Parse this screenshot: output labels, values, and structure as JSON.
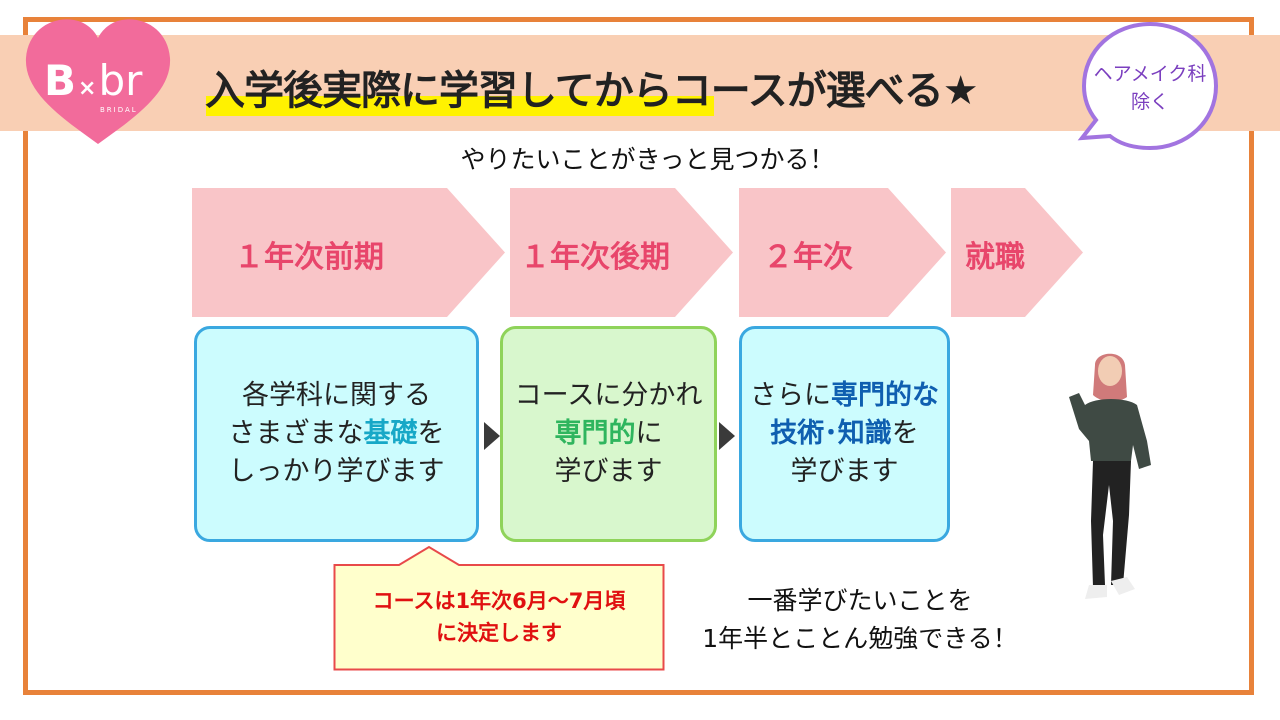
{
  "header": {
    "title": "入学後実際に学習してからコースが選べる★",
    "logo": {
      "b": "B",
      "x": "×",
      "br": "br",
      "sub": "BRIDAL"
    },
    "bubble": {
      "line1": "ヘアメイク科",
      "line2": "除く"
    }
  },
  "subtitle": "やりたいことがきっと見つかる！",
  "steps": [
    {
      "label": "１年次前期"
    },
    {
      "label": "１年次後期"
    },
    {
      "label": "２年次"
    },
    {
      "label": "就職"
    }
  ],
  "boxes": {
    "b1": {
      "l1": "各学科に関する",
      "l2a": "さまざまな",
      "l2b": "基礎",
      "l2c": "を",
      "l3": "しっかり学びます"
    },
    "b2": {
      "l1": "コースに分かれ",
      "l2a": "専門的",
      "l2b": "に",
      "l3": "学びます"
    },
    "b3": {
      "l1a": "さらに",
      "l1b": "専門的な",
      "l2a": "技術･知識",
      "l2b": "を",
      "l3": "学びます"
    }
  },
  "note": {
    "line1": "コースは1年次6月～7月頃",
    "line2": "に決定します"
  },
  "bottom": {
    "line1": "一番学びたいことを",
    "line2": "1年半とことん勉強できる！"
  },
  "colors": {
    "frame": "#e8823a",
    "band": "#f9cfb4",
    "chevron": "#f9c5c8",
    "chevron_text": "#e8466b",
    "box_blue": "#ccfcfe",
    "box_green": "#d8f7cd",
    "note_fill": "#ffffcc",
    "note_text": "#e01010",
    "heart": "#f26b9b",
    "bubble": "#a274e0"
  }
}
